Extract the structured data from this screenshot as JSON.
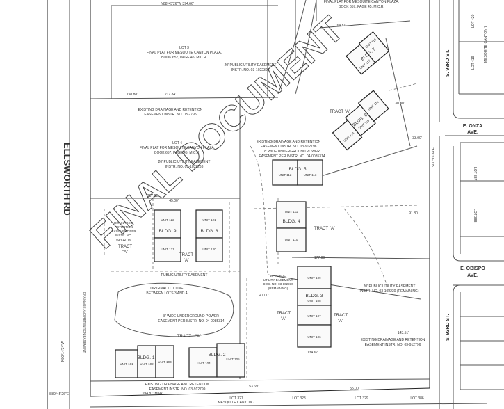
{
  "streets": {
    "ellsworth": "ELLSWORTH RD",
    "s93_upper": "S. 93RD ST.",
    "s93_lower": "S. 93RD ST.",
    "onza_1": "E. ONZA",
    "onza_2": "AVE.",
    "obispo_1": "E. OBISPO",
    "obispo_2": "AVE."
  },
  "watermark": "FINAL DOCUMENT",
  "parcels": {
    "lot3": [
      "LOT 3",
      "FINAL PLAT FOR MESQUITE CANYON PLAZA,",
      "BOOK 657, PAGE 45, M.C.R."
    ],
    "lot4": [
      "LOT 4",
      "FINAL PLAT FOR MESQUITE CANYON PLAZA,",
      "BOOK 657, PAGE 45, M.C.R."
    ],
    "top_plat": [
      "FINAL PLAT FOR MESQUITE CANYON PLAZA,",
      "BOOK 657, PAGE 45, M.C.R."
    ]
  },
  "notes": {
    "pue_top": [
      "20' PUBLIC UTILITY EASEMENT",
      "INSTR. NO. 03-1022302"
    ],
    "pue_lot4": [
      "20' PUBLIC UTILITY EASEMENT",
      "INSTR. NO. 03-1032263"
    ],
    "drainage_top": [
      "EXISTING DRAINAGE AND RETENTION",
      "EASEMENT INSTR. NO. 03-2795"
    ],
    "drainage_mid": [
      "EXISTING DRAINAGE AND RETENTION",
      "EASEMENT INSTR. NO. 03-912796"
    ],
    "underground_mid": [
      "8' WIDE UNDERGROUND POWER",
      "EASEMENT PER INSTR. NO. 04-0085314"
    ],
    "drainage_left": [
      "DRAINAGE &",
      "RETENTION",
      "EASEMENT PER",
      "INSTR. NO.",
      "03-912796"
    ],
    "pue_small": "PUBLIC UTILITY EASEMENT",
    "original_lot": [
      "ORIGINAL LOT LINE",
      "BETWEEN LOTS 3 AND 4"
    ],
    "underground_low": [
      "8' WIDE UNDERGROUND POWER",
      "EASEMENT PER INSTR. NO. 04-0085314"
    ],
    "pue_center": [
      "20' PUBLIC",
      "UTILITY EASEMENT",
      "DOC. NO. 03-102230",
      "(REMAINING)"
    ],
    "pue_right": [
      "20' PUBLIC UTILITY EASEMENT",
      "INSTR. NO. 03-102230 (REMAINING)"
    ],
    "drainage_low": [
      "EXISTING DRAINAGE AND RETENTION",
      "EASEMENT INSTR. NO. 03-912796"
    ],
    "drainage_bottom": [
      "EXISTING DRAINAGE AND RETENTION",
      "EASEMENT INSTR. NO. 03-912799"
    ],
    "mesquite_bottom": "MESQUITE CANYON 7",
    "vert_left": "DRAINAGE AND RETENTION EASEMENT"
  },
  "tracts": {
    "label": "TRACT",
    "a": "\"A\""
  },
  "lots": {
    "l327": "LOT 327",
    "l328": "LOT 328",
    "l329": "LOT 329",
    "l386": "LOT 386",
    "l387": "LOT 387",
    "l388": "LOT 388",
    "l419": "LOT 419",
    "l420": "LOT 420",
    "mc7": "MESQUITE CANYON 7"
  },
  "buildings": {
    "b1": {
      "name": "BLDG. 1",
      "units": [
        "UNIT 101",
        "UNIT 102",
        "UNIT 103"
      ]
    },
    "b2": {
      "name": "BLDG. 2",
      "units": [
        "UNIT 104",
        "UNIT 105"
      ]
    },
    "b3": {
      "name": "BLDG. 3",
      "units": [
        "UNIT 109",
        "UNIT 108",
        "UNIT 107",
        "UNIT 106"
      ]
    },
    "b4": {
      "name": "BLDG. 4",
      "units": [
        "UNIT 111",
        "UNIT 110"
      ]
    },
    "b5": {
      "name": "BLDG. 5",
      "units": [
        "UNIT 112",
        "UNIT 113"
      ]
    },
    "b6": {
      "name": "BLDG. 6",
      "units": [
        "UNIT 114",
        "UNIT 115",
        "UNIT 116"
      ]
    },
    "b7": {
      "name": "BLDG. 7",
      "units": [
        "UNIT 117",
        "UNIT 118"
      ]
    },
    "b8": {
      "name": "BLDG. 8",
      "units": [
        "UNIT 121",
        "UNIT 120"
      ]
    },
    "b9": {
      "name": "BLDG. 9",
      "units": [
        "UNIT 122",
        "UNIT 131"
      ]
    }
  },
  "dims": {
    "n89_top": "N88°45'26\"W  394.66'",
    "d164": "164.81'",
    "d217": "217.84'",
    "d198": "198.88'",
    "d237": "237.92'",
    "s89_left": "S89°45'26\"E",
    "d594": "594.87'(M&R)",
    "d55": "55.00'",
    "d53": "53.69'",
    "d47": "47.00'",
    "d134": "134.67'",
    "d177": "177.00'",
    "d143": "143.51'",
    "d9180": "91.80'",
    "d3030": "30.30'",
    "d3300": "33.00'",
    "d4500": "45.00'",
    "s0015": "S00°15'34\"E",
    "n0014": "N00°14'34\"W"
  }
}
